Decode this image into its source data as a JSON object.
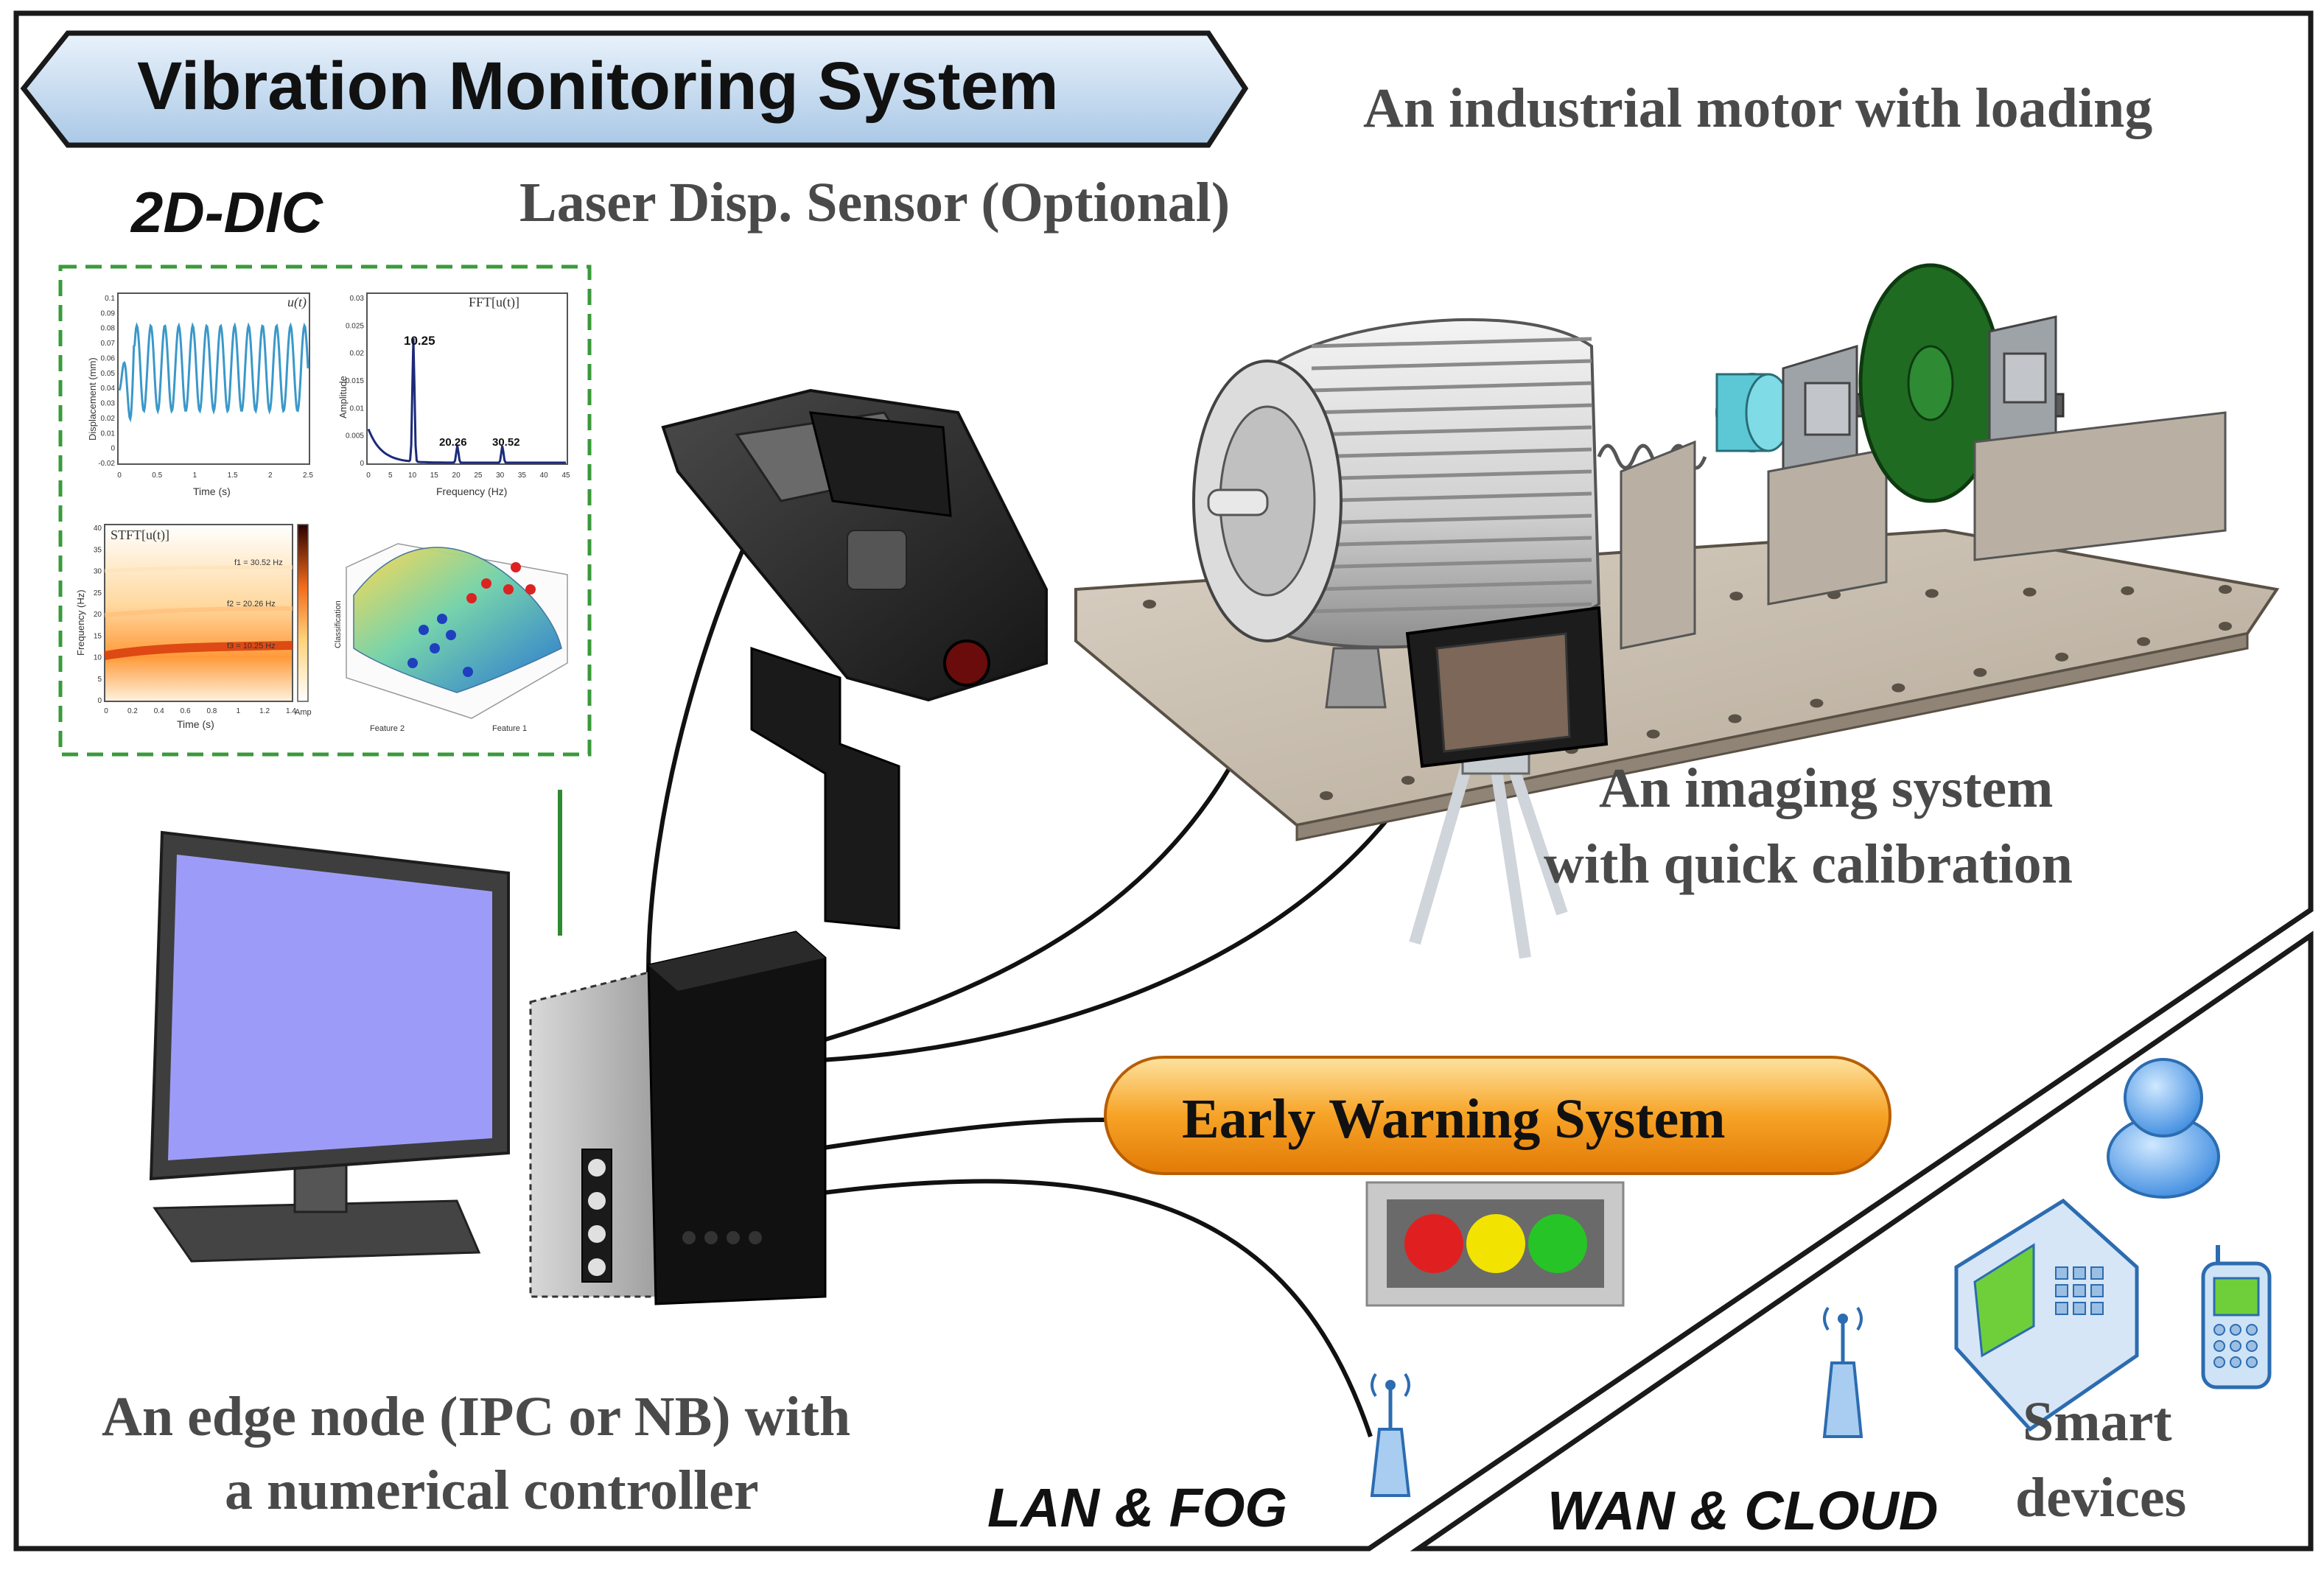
{
  "title": "Vibration Monitoring System",
  "labels": {
    "motor": "An industrial motor with loading",
    "laser": "Laser Disp. Sensor (Optional)",
    "dic": "2D-DIC",
    "imaging_line1": "An imaging system",
    "imaging_line2": "with quick  calibration",
    "edge_line1": "An edge node (IPC or NB) with",
    "edge_line2": "a numerical controller",
    "ews": "Early Warning System",
    "lan": "LAN & FOG",
    "wan": "WAN & CLOUD",
    "smart_line1": "Smart",
    "smart_line2": "devices"
  },
  "colors": {
    "ews_orange": "#f39c12",
    "title_banner": "#c7dcf0",
    "dic_border": "#3a9a3a",
    "light_red": "#e02020",
    "light_yellow": "#f2e400",
    "light_green": "#27c427",
    "monitor_screen": "#9c9cf8",
    "flywheel": "#1f6b22",
    "coupling": "#5cc8d6"
  },
  "icons": {
    "traffic_light": "traffic-light-icon",
    "antenna_lan": "wireless-antenna-icon",
    "antenna_wan": "wireless-antenna-icon",
    "user": "user-icon",
    "tablet": "tablet-device-icon",
    "phone": "mobile-phone-icon"
  },
  "chart_data": [
    {
      "type": "line",
      "panel": "time-domain",
      "title": "u(t)",
      "xlabel": "Time (s)",
      "ylabel": "Displacement (mm)",
      "xticks": [
        "0",
        "0.5",
        "1",
        "1.5",
        "2",
        "2.5"
      ],
      "yticks": [
        "-0.02",
        "0",
        "0.01",
        "0.02",
        "0.03",
        "0.04",
        "0.05",
        "0.06",
        "0.07",
        "0.08",
        "0.09",
        "0.1"
      ],
      "xlim": [
        0,
        2.5
      ],
      "ylim": [
        -0.02,
        0.1
      ]
    },
    {
      "type": "line",
      "panel": "spectrum",
      "title": "FFT[u(t)]",
      "xlabel": "Frequency (Hz)",
      "ylabel": "Amplitude",
      "xticks": [
        "0",
        "5",
        "10",
        "15",
        "20",
        "25",
        "30",
        "35",
        "40",
        "45"
      ],
      "yticks": [
        "0",
        "0.005",
        "0.01",
        "0.015",
        "0.02",
        "0.025",
        "0.03"
      ],
      "xlim": [
        0,
        45
      ],
      "ylim": [
        0,
        0.03
      ],
      "peaks": [
        {
          "x": 10.25,
          "y": 0.022,
          "label": "10.25"
        },
        {
          "x": 20.26,
          "y": 0.003,
          "label": "20.26"
        },
        {
          "x": 30.52,
          "y": 0.003,
          "label": "30.52"
        }
      ]
    },
    {
      "type": "heatmap",
      "panel": "stft",
      "title": "STFT[u(t)]",
      "xlabel": "Time (s)",
      "ylabel": "Frequency (Hz)",
      "xticks": [
        "0",
        "0.2",
        "0.4",
        "0.6",
        "0.8",
        "1",
        "1.2",
        "1.4"
      ],
      "yticks": [
        "0",
        "5",
        "10",
        "15",
        "20",
        "25",
        "30",
        "35",
        "40"
      ],
      "annotations": [
        "f1 = 30.52 Hz",
        "f2 = 20.26 Hz",
        "f3 = 10.25 Hz"
      ],
      "colorbar_label": "Amp"
    },
    {
      "type": "scatter",
      "panel": "classification-surface",
      "xlabel": "Feature 1",
      "ylabel": "Feature 2",
      "zlabel": "Classification"
    }
  ]
}
